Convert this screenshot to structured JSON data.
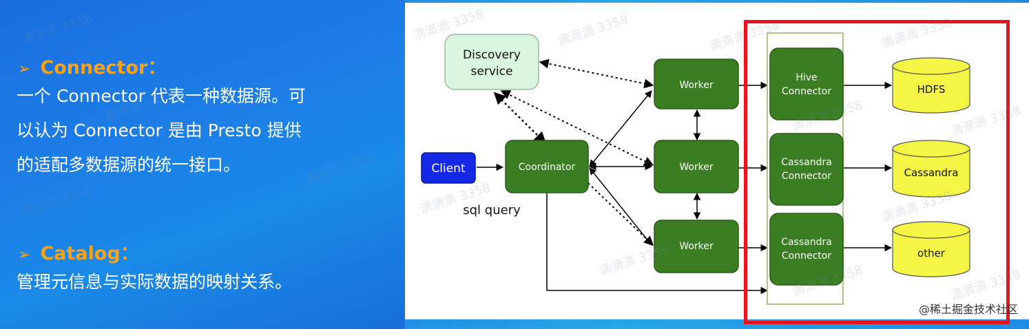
{
  "left": {
    "connector_title": "Connector：",
    "connector_lines": [
      "一个 Connector 代表一种数据源。可",
      "以认为 Connector 是由 Presto 提供",
      "的适配多数据源的统一接口。"
    ],
    "catalog_title": "Catalog：",
    "catalog_lines": [
      "管理元信息与实际数据的映射关系。"
    ],
    "bullet_icon": "triangle-arrow-icon"
  },
  "diagram": {
    "discovery": [
      "Discovery",
      "service"
    ],
    "client": "Client",
    "coordinator": "Coordinator",
    "sql_query": "sql query",
    "workers": [
      "Worker",
      "Worker",
      "Worker"
    ],
    "connectors": [
      [
        "Hive",
        "Connector"
      ],
      [
        "Cassandra",
        "Connector"
      ],
      [
        "Cassandra",
        "Connector"
      ]
    ],
    "stores": [
      "HDFS",
      "Cassandra",
      "other"
    ]
  },
  "watermark_text": "滴滴滴 3358",
  "footer": "@稀土掘金技术社区",
  "colors": {
    "node_green": "#3b7d23",
    "client_blue": "#1428e6",
    "discovery_fill": "#daf5de",
    "store_yellow": "#f5f545",
    "highlight_red": "#e8141b",
    "connector_group_border": "#b2c08a",
    "heading_orange": "#f7a21b"
  }
}
